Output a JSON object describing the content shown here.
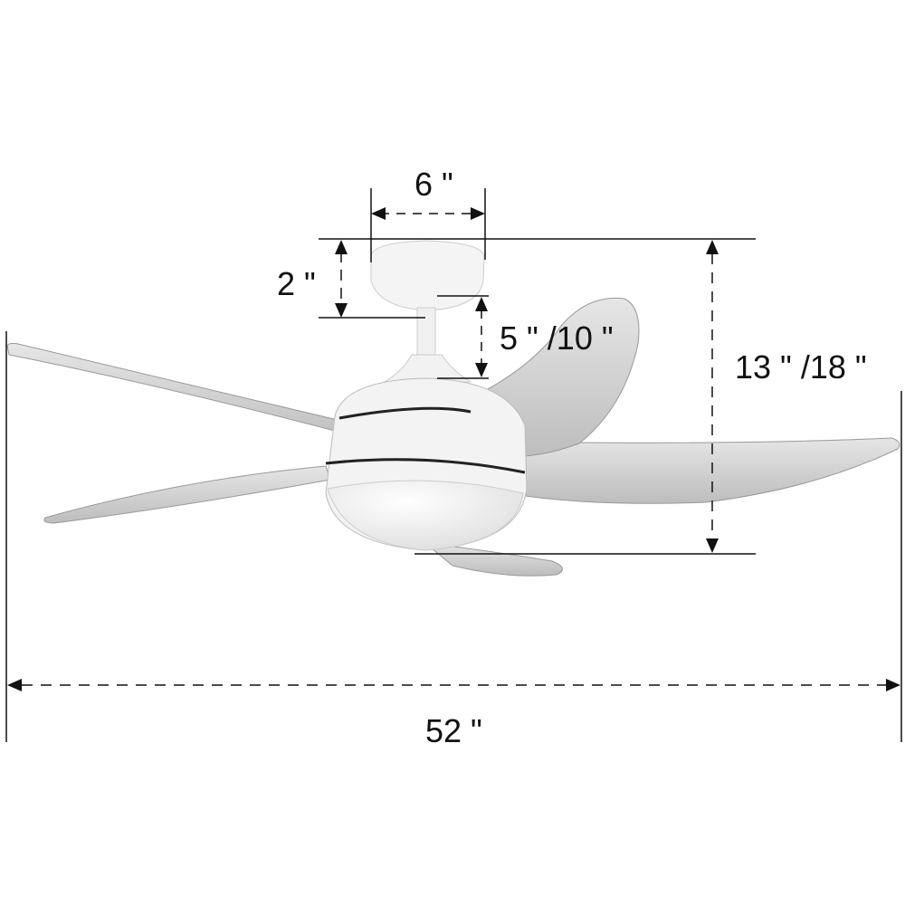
{
  "dimensions": {
    "canopy_width": "6 \"",
    "canopy_height": "2 \"",
    "downrod_length": "5 \" /10 \"",
    "total_height": "13 \" /18 \"",
    "blade_span": "52 \""
  },
  "colors": {
    "blade": "#c9c9c9",
    "body": "#f2f2f2",
    "line": "#111111"
  }
}
